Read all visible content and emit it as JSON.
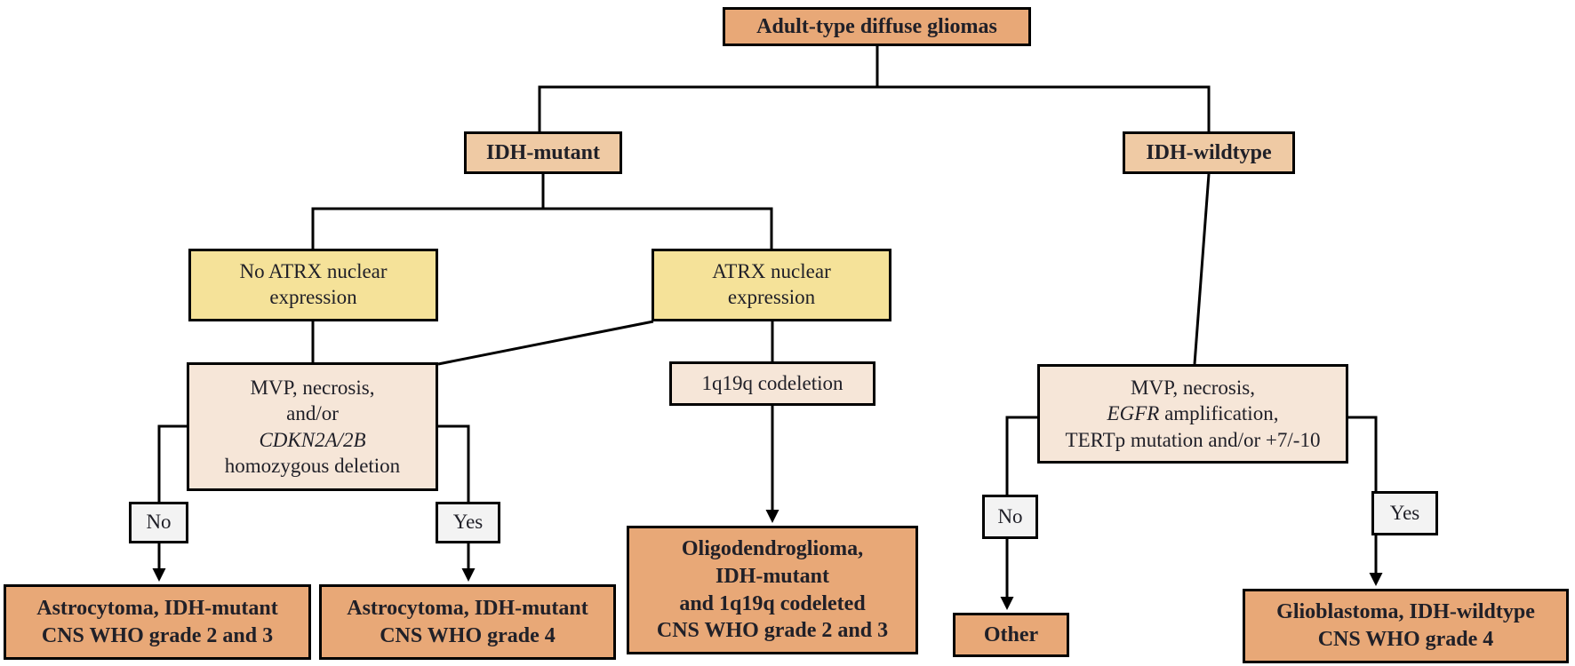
{
  "title": "Adult-type diffuse glioma classification flowchart",
  "colors": {
    "result_box": "#E8A877",
    "branch_box": "#EFCAA4",
    "marker_box": "#F5E299",
    "criterion_box": "#F6E6D8",
    "decision_box": "#F3F3F3",
    "border": "#000000",
    "text": "#202028"
  },
  "nodes": {
    "root": {
      "label": "Adult-type diffuse gliomas"
    },
    "idh_mutant": {
      "label": "IDH-mutant"
    },
    "idh_wildtype": {
      "label": "IDH-wildtype"
    },
    "no_atrx": {
      "line1": "No ATRX nuclear",
      "line2": "expression"
    },
    "atrx": {
      "line1": "ATRX nuclear",
      "line2": "expression"
    },
    "mvp_left": {
      "line1": "MVP, necrosis,",
      "line2": "and/or",
      "line3_italic": "CDKN2A/2B",
      "line4": "homozygous deletion"
    },
    "codeletion": {
      "label": "1q19q codeletion"
    },
    "mvp_right": {
      "line1": "MVP, necrosis,",
      "line2_italic": "EGFR",
      "line2_rest": " amplification,",
      "line3": "TERTp mutation and/or +7/-10"
    },
    "no_left": {
      "label": "No"
    },
    "yes_left": {
      "label": "Yes"
    },
    "no_right": {
      "label": "No"
    },
    "yes_right": {
      "label": "Yes"
    },
    "astro23": {
      "line1": "Astrocytoma, IDH-mutant",
      "line2": "CNS WHO grade 2 and 3"
    },
    "astro4": {
      "line1": "Astrocytoma, IDH-mutant",
      "line2": "CNS WHO grade 4"
    },
    "oligo": {
      "line1": "Oligodendroglioma,",
      "line2": "IDH-mutant",
      "line3": "and 1q19q codeleted",
      "line4": "CNS WHO grade 2 and 3"
    },
    "other": {
      "label": "Other"
    },
    "gbm": {
      "line1": "Glioblastoma, IDH-wildtype",
      "line2": "CNS WHO grade 4"
    }
  },
  "edges": [
    {
      "from": "root",
      "to": "idh_mutant",
      "arrow": false
    },
    {
      "from": "root",
      "to": "idh_wildtype",
      "arrow": false
    },
    {
      "from": "idh_mutant",
      "to": "no_atrx",
      "arrow": false
    },
    {
      "from": "idh_mutant",
      "to": "atrx",
      "arrow": false
    },
    {
      "from": "no_atrx",
      "to": "mvp_left",
      "arrow": false
    },
    {
      "from": "atrx",
      "to": "mvp_left",
      "arrow": false
    },
    {
      "from": "atrx",
      "to": "codeletion",
      "arrow": false
    },
    {
      "from": "codeletion",
      "to": "oligo",
      "arrow": true
    },
    {
      "from": "mvp_left",
      "to": "no_left",
      "arrow": false
    },
    {
      "from": "mvp_left",
      "to": "yes_left",
      "arrow": false
    },
    {
      "from": "no_left",
      "to": "astro23",
      "arrow": true
    },
    {
      "from": "yes_left",
      "to": "astro4",
      "arrow": true
    },
    {
      "from": "idh_wildtype",
      "to": "mvp_right",
      "arrow": false
    },
    {
      "from": "mvp_right",
      "to": "no_right",
      "arrow": false
    },
    {
      "from": "mvp_right",
      "to": "yes_right",
      "arrow": false
    },
    {
      "from": "no_right",
      "to": "other",
      "arrow": true
    },
    {
      "from": "yes_right",
      "to": "gbm",
      "arrow": true
    }
  ]
}
